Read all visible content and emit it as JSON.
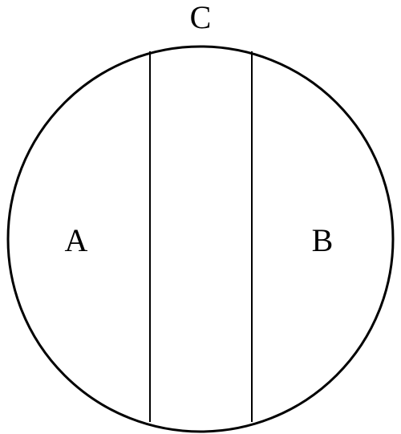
{
  "diagram": {
    "labels": {
      "top": "C",
      "left": "A",
      "right": "B"
    },
    "colors": {
      "stroke": "#000000",
      "background": "#ffffff"
    }
  }
}
